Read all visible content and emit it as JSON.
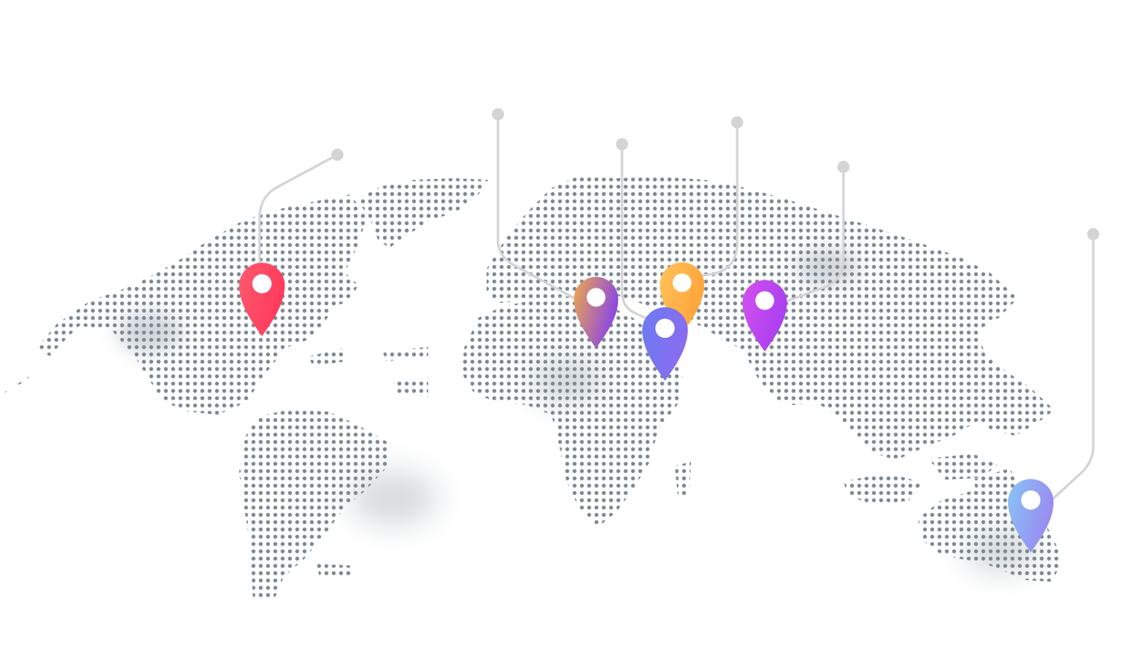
{
  "map": {
    "land_dot_color": "#7a8790",
    "connector_color": "#d4d4d4",
    "background": "#ffffff"
  },
  "pins": [
    {
      "id": "north-america",
      "icon": "map-pin-icon",
      "gradient": [
        "#ff5a6e",
        "#ff3a5c"
      ]
    },
    {
      "id": "west-africa",
      "icon": "map-pin-icon",
      "gradient": [
        "#f0a94a",
        "#8a46e6"
      ]
    },
    {
      "id": "east-africa",
      "icon": "map-pin-icon",
      "gradient": [
        "#6a7cf2",
        "#8a6cf0"
      ]
    },
    {
      "id": "middle-east",
      "icon": "map-pin-icon",
      "gradient": [
        "#ffc35a",
        "#ffa43a"
      ]
    },
    {
      "id": "south-asia",
      "icon": "map-pin-icon",
      "gradient": [
        "#d451f0",
        "#a93ff0"
      ]
    },
    {
      "id": "australia",
      "icon": "map-pin-icon",
      "gradient": [
        "#86c5f5",
        "#9a8af2"
      ]
    }
  ]
}
